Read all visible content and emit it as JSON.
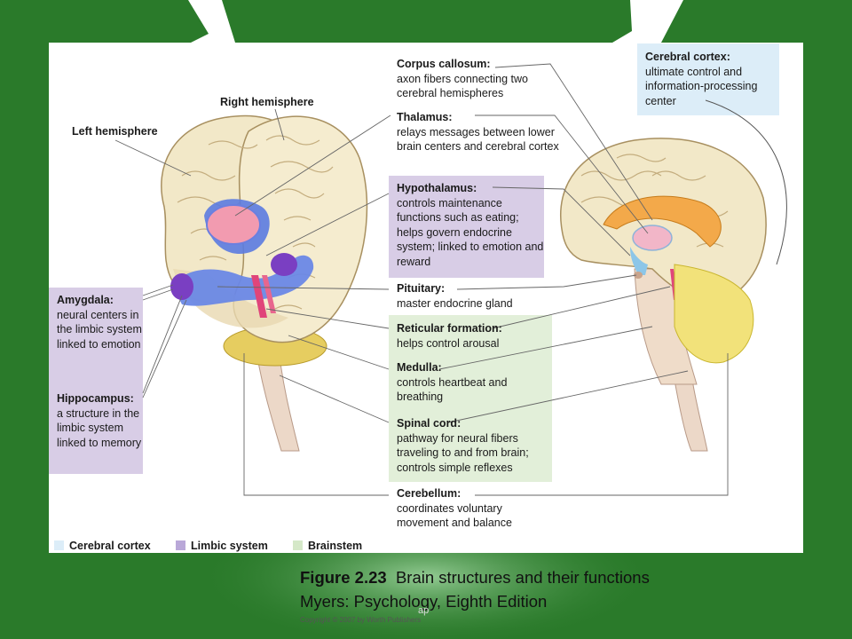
{
  "colors": {
    "background_green": "#2a7a2a",
    "panel": "#ffffff",
    "limbic_box": "#d8cde6",
    "cortex_box": "#dcedf8",
    "brainstem_box": "#e2efd9"
  },
  "labels": {
    "left_hemisphere": "Left hemisphere",
    "right_hemisphere": "Right hemisphere",
    "amygdala": {
      "title": "Amygdala:",
      "desc": "neural centers in the limbic system linked to emotion"
    },
    "hippocampus": {
      "title": "Hippocampus:",
      "desc": "a structure in the limbic system linked to memory"
    },
    "corpus_callosum": {
      "title": "Corpus callosum:",
      "desc": "axon fibers connecting two cerebral hemispheres"
    },
    "thalamus": {
      "title": "Thalamus:",
      "desc": "relays messages between lower brain centers and cerebral cortex"
    },
    "hypothalamus": {
      "title": "Hypothalamus:",
      "desc": "controls maintenance functions such as eating; helps govern endocrine system; linked to emotion and reward"
    },
    "pituitary": {
      "title": "Pituitary:",
      "desc": "master endocrine gland"
    },
    "reticular_formation": {
      "title": "Reticular formation:",
      "desc": "helps control arousal"
    },
    "medulla": {
      "title": "Medulla:",
      "desc": "controls heartbeat and breathing"
    },
    "spinal_cord": {
      "title": "Spinal cord:",
      "desc": "pathway for neural fibers traveling to and from brain; controls simple reflexes"
    },
    "cerebellum": {
      "title": "Cerebellum:",
      "desc": "coordinates voluntary movement and balance"
    },
    "cerebral_cortex": {
      "title": "Cerebral cortex:",
      "desc": "ultimate control and information-processing center"
    }
  },
  "legend": {
    "cerebral_cortex": "Cerebral cortex",
    "limbic_system": "Limbic system",
    "brainstem": "Brainstem"
  },
  "caption": {
    "figure_number": "Figure 2.23",
    "figure_title": "Brain structures and their functions",
    "source": "Myers: Psychology, Eighth Edition",
    "copyright": "Copyright © 2007 by Worth Publishers"
  },
  "watermark": "ap"
}
